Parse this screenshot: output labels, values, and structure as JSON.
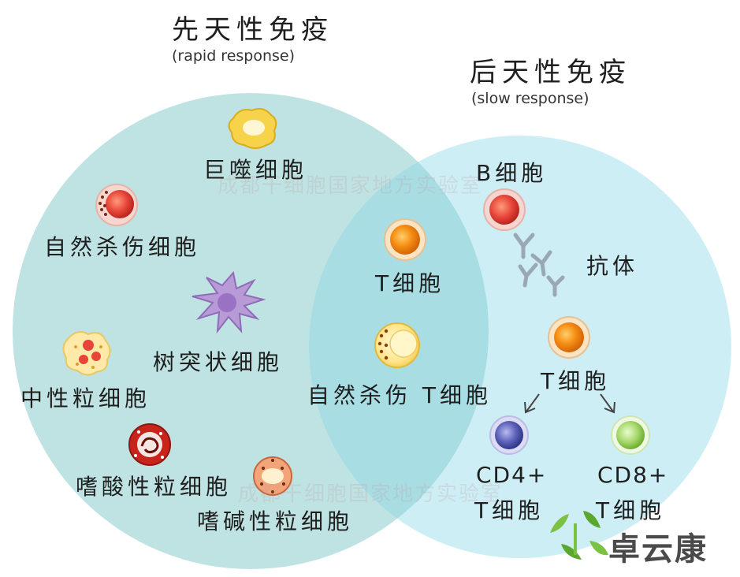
{
  "innate": {
    "title": "先天性免疫",
    "subtitle": "(rapid response)",
    "cells": {
      "macrophage": "巨噬细胞",
      "nk": "自然杀伤细胞",
      "dendritic": "树突状细胞",
      "neutrophil": "中性粒细胞",
      "eosinophil": "嗜酸性粒细胞",
      "basophil": "嗜碱性粒细胞"
    }
  },
  "adaptive": {
    "title": "后天性免疫",
    "subtitle": "(slow response)",
    "cells": {
      "b_cell": "B细胞",
      "antibody": "抗体",
      "t_cell": "T细胞",
      "cd4_top": "CD4+",
      "cd4_bottom": "T细胞",
      "cd8_top": "CD8+",
      "cd8_bottom": "T细胞"
    }
  },
  "overlap": {
    "t_cell": "T细胞",
    "nkt": "自然杀伤 T细胞"
  },
  "watermark": "成都干细胞国家地方实验室",
  "brand": "卓云康",
  "colors": {
    "innate_circle": "#bfe3e3",
    "adaptive_circle": "#cdeef5",
    "overlap": "#a8dde4",
    "orange_cell": "#f08a1a",
    "red_cell": "#e8453a",
    "purple_cell": "#a987c9",
    "blue_cell": "#5a5fb8",
    "green_cell": "#a6d86a",
    "brand_green": "#7cc242"
  }
}
